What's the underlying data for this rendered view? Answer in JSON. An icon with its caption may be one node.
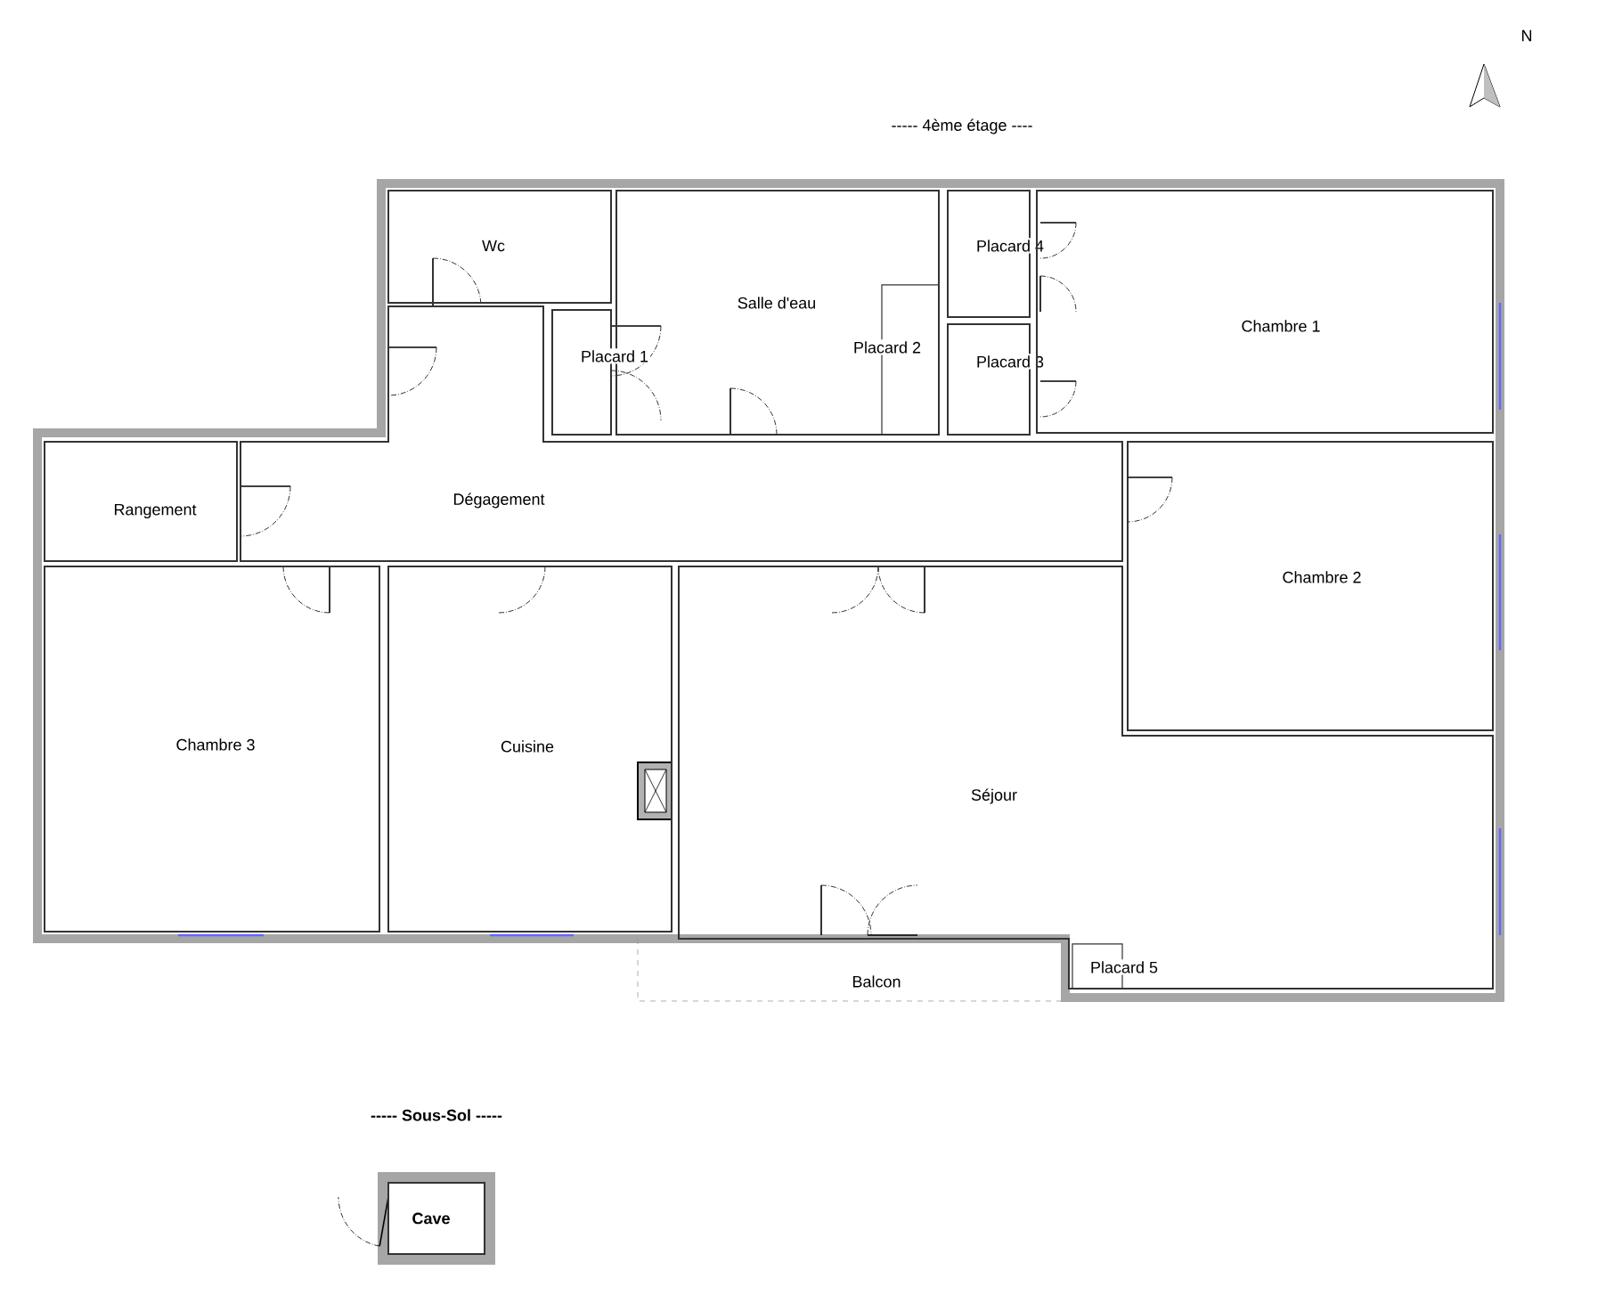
{
  "diagram": {
    "nodes": [
      {
        "text": [
          "Wc"
        ]
      },
      {
        "text": [
          "Salle d'eau"
        ]
      },
      {
        "text": [
          "Placard 1"
        ]
      },
      {
        "text": [
          "Placard 2"
        ],
        "in": 1
      },
      {
        "text": [
          "Placard 4"
        ]
      },
      {
        "text": [
          "Placard 3"
        ]
      },
      {
        "text": [
          "Chambre 1"
        ]
      },
      {
        "text": [
          "Rangement"
        ]
      },
      {
        "text": [
          "Dégagement"
        ]
      },
      {
        "text": [
          "Chambre 2"
        ]
      },
      {
        "text": [
          "Chambre 3"
        ]
      },
      {
        "text": [
          "Cuisine"
        ]
      },
      {
        "text": [
          "Séjour"
        ]
      },
      {
        "text": [
          "Balcon"
        ]
      },
      {
        "text": [
          "Placard 5"
        ],
        "in": 12
      },
      {
        "text": [
          "Cave"
        ]
      }
    ],
    "labels": [
      "N",
      "----- 4ème étage ----",
      "----- Sous-Sol -----"
    ]
  }
}
